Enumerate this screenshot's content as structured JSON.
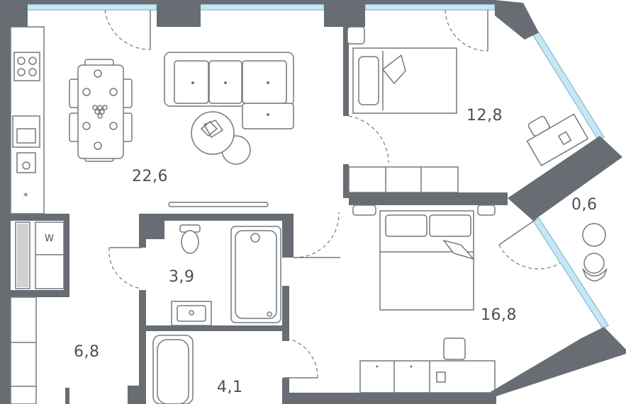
{
  "rooms": {
    "living": {
      "area": "22,6"
    },
    "bedroom_1": {
      "area": "12,8"
    },
    "balcony": {
      "area": "0,6"
    },
    "bathroom": {
      "area": "3,9"
    },
    "bedroom_2": {
      "area": "16,8"
    },
    "hallway": {
      "area": "6,8"
    },
    "wc": {
      "area": "4,1"
    }
  },
  "fixtures": {
    "washer_mark": "W",
    "fridge_mark": "*"
  },
  "colors": {
    "wall": "#686d73",
    "glass": "#c9e6f2",
    "furniture_stroke": "#737880",
    "text": "#4b5058"
  }
}
